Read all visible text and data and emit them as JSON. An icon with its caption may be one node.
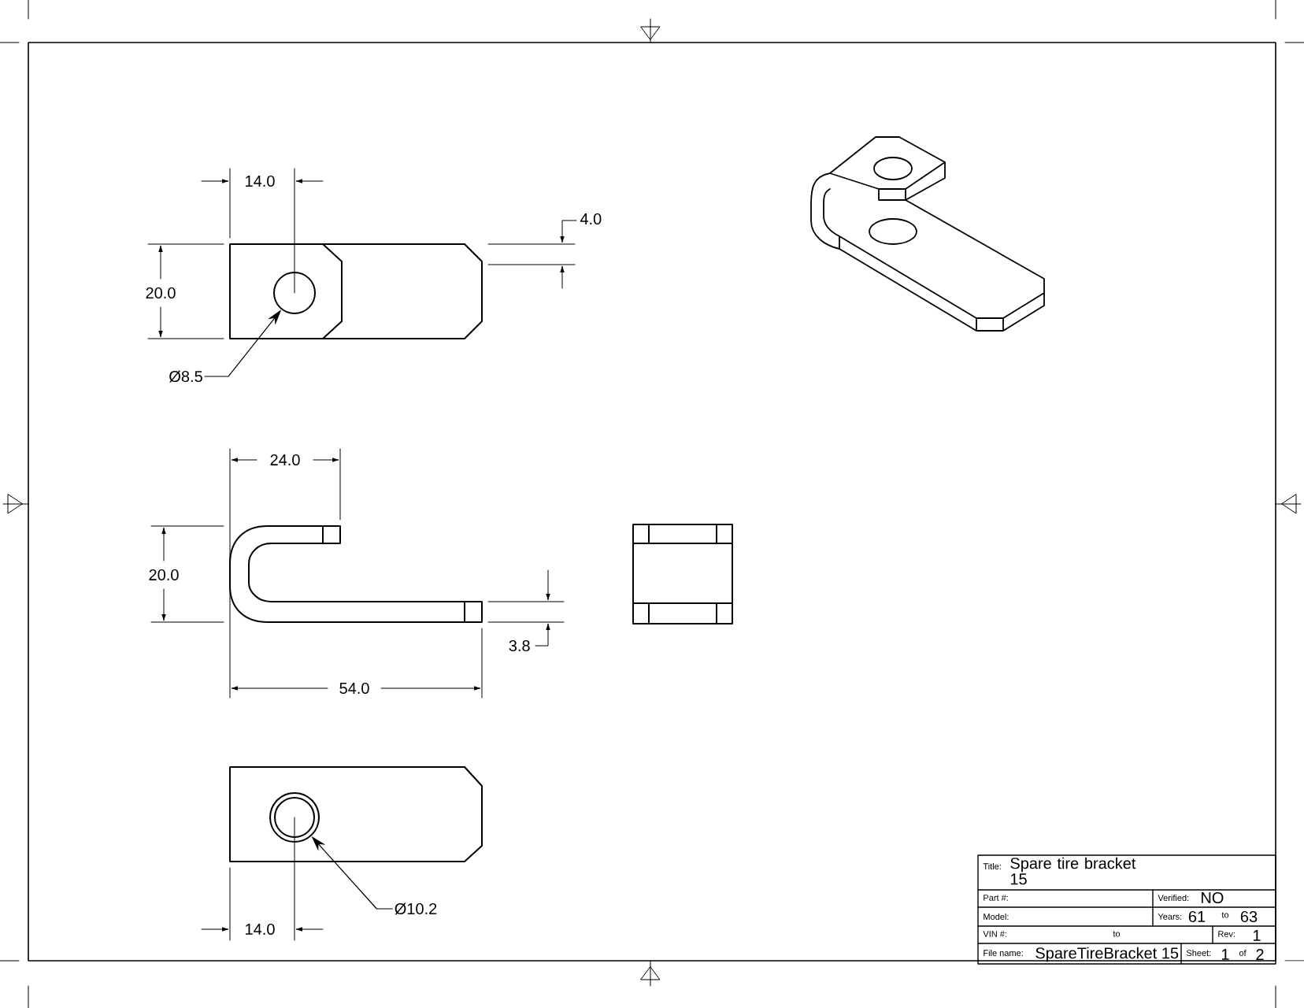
{
  "diagram": {
    "nodes": [
      {
        "text": [
          "Ø8.5"
        ]
      },
      {
        "text": [],
        "shape": "circle"
      },
      {
        "text": [
          "Ø10.2"
        ]
      },
      {
        "text": [],
        "shape": "circle"
      }
    ],
    "edges": [
      {
        "from": 0,
        "to": 1,
        "arrow": "to"
      },
      {
        "from": 2,
        "to": 3,
        "arrow": "to"
      }
    ],
    "labels": [
      "14.0",
      "4.0",
      "20.0",
      "24.0",
      "20.0",
      "3.8",
      "54.0",
      "14.0",
      "Title:",
      "Spare tire bracket 15",
      "Part #:",
      "Verified:",
      "NO",
      "Model:",
      "Years:",
      "61",
      "to",
      "63",
      "VIN #:",
      "to",
      "Rev:",
      "1",
      "File name:",
      "SpareTireBracket 15",
      "Sheet:",
      "1",
      "of",
      "2"
    ]
  }
}
